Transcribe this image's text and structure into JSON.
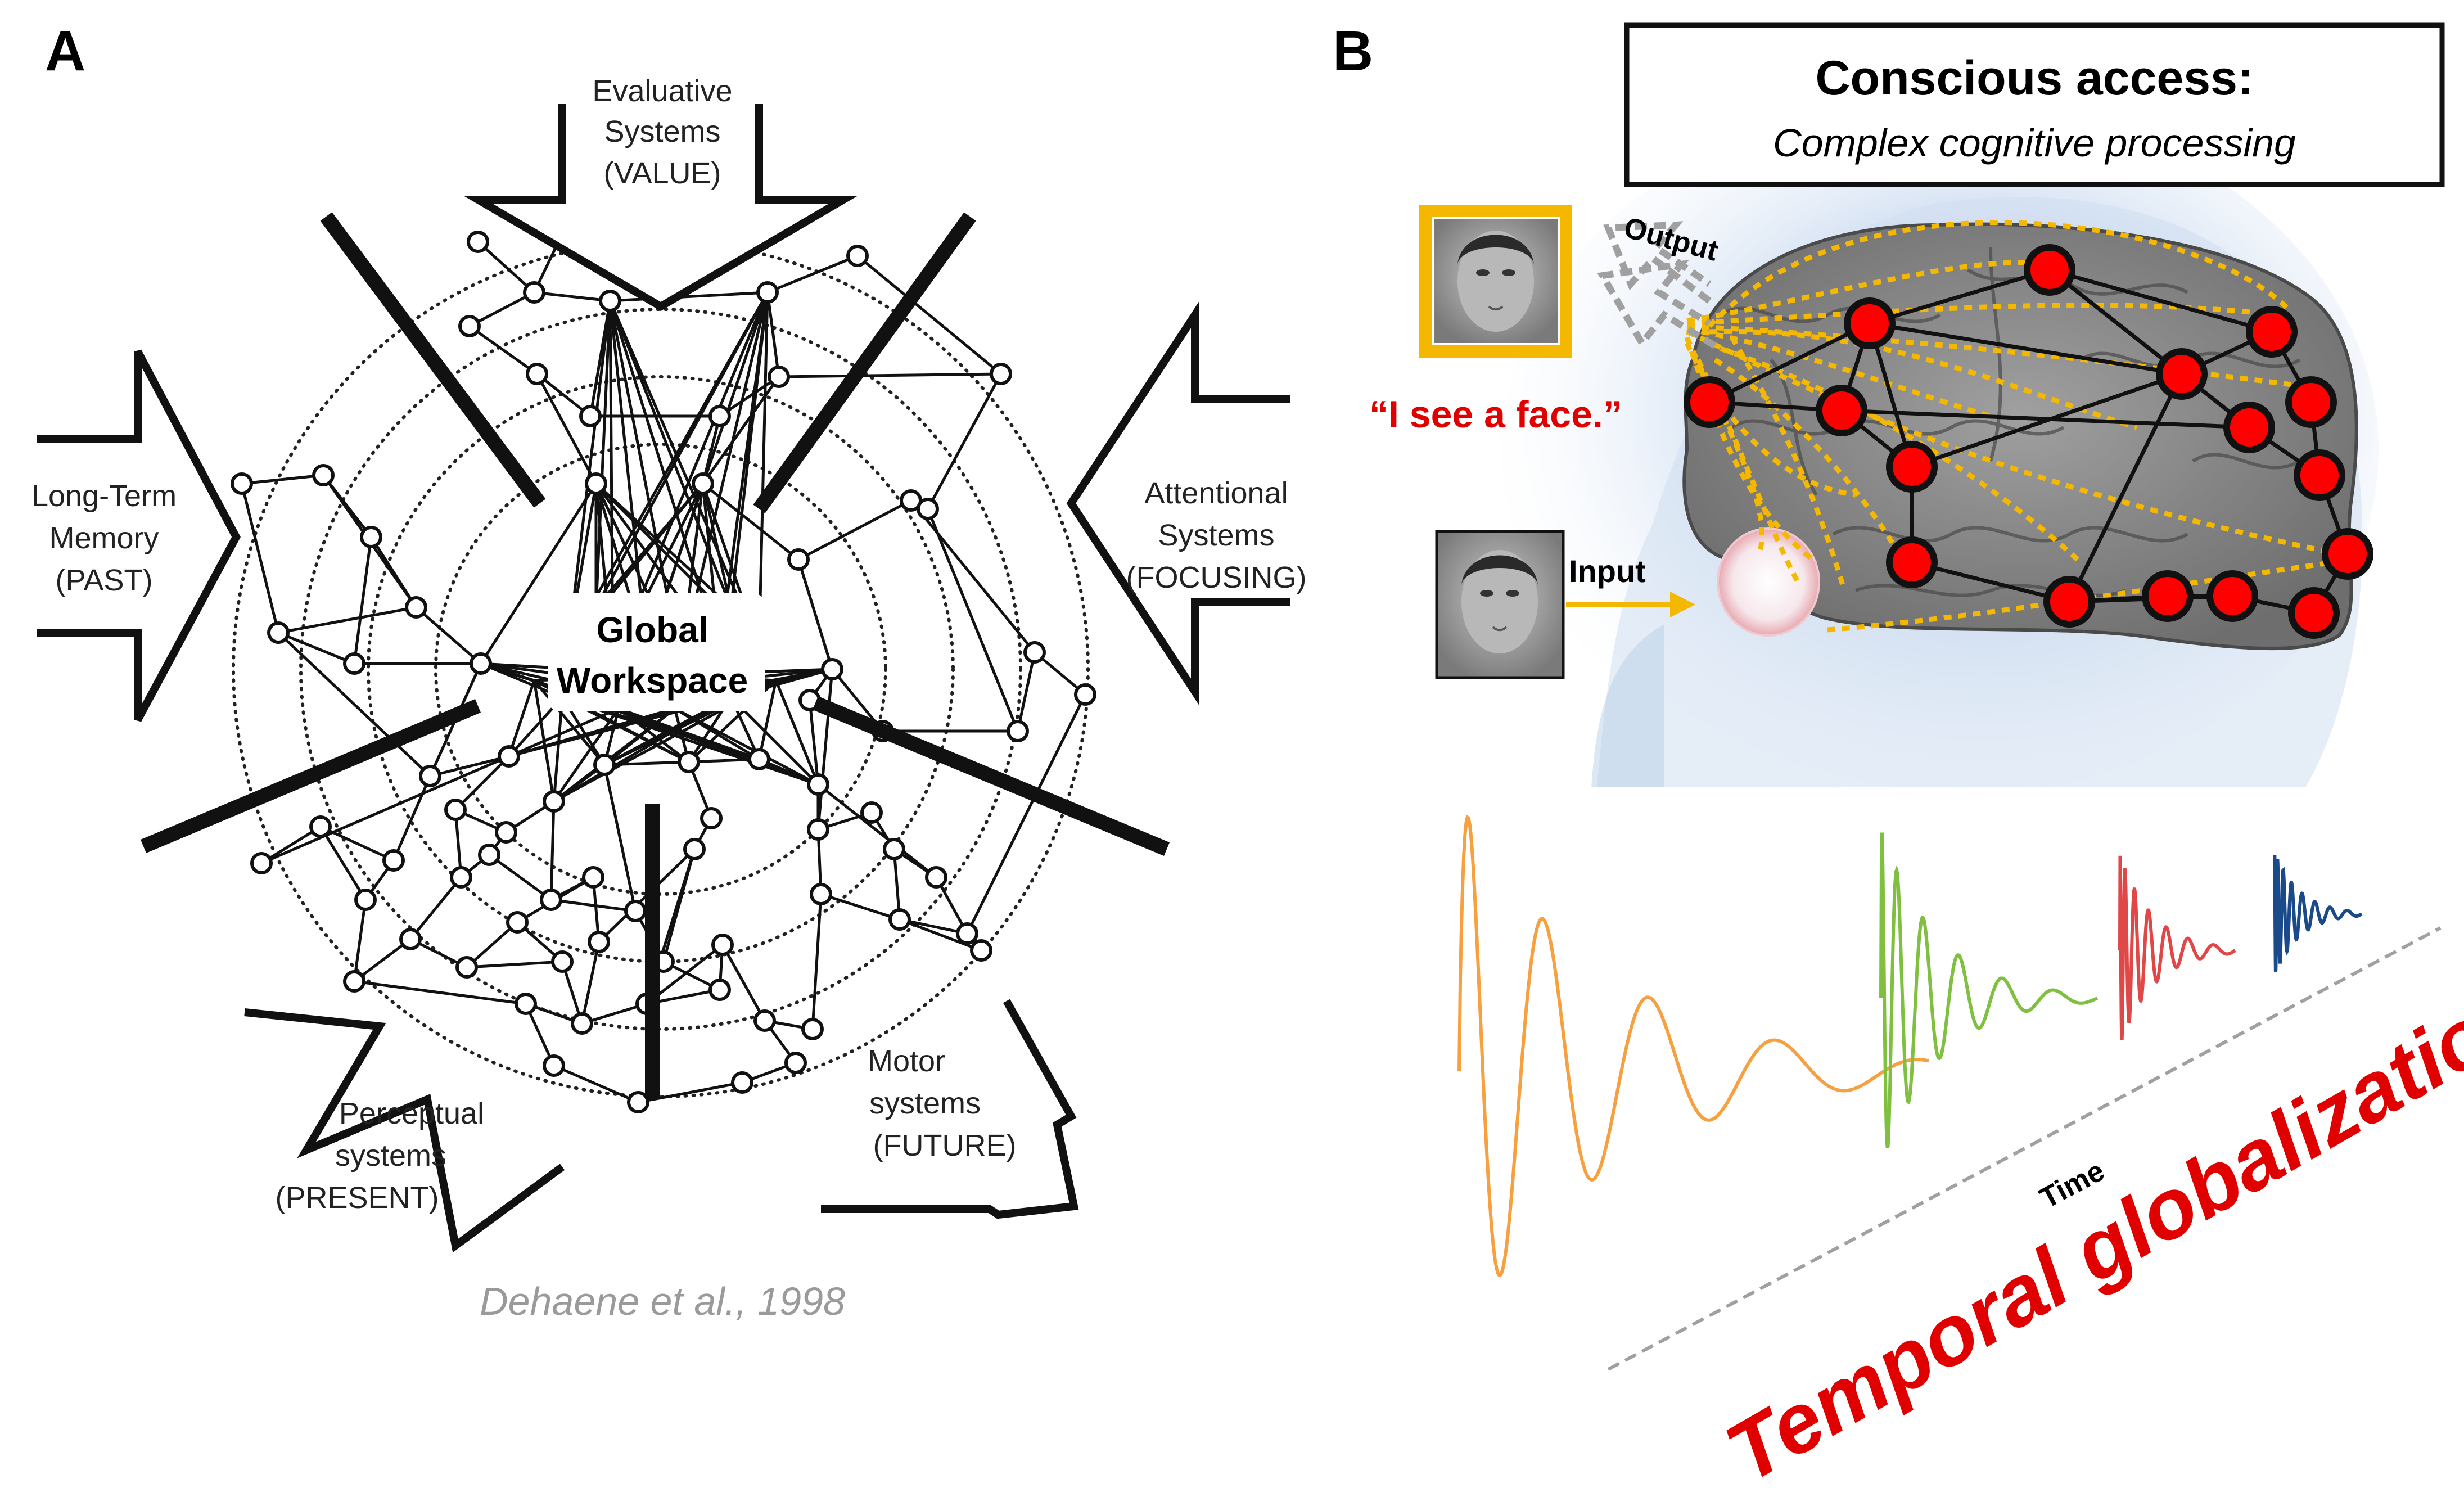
{
  "panel_a": {
    "letter": "A",
    "arrows": {
      "evaluative": [
        "Evaluative",
        "Systems",
        "(VALUE)"
      ],
      "attentional": [
        "Attentional",
        "Systems",
        "(FOCUSING)"
      ],
      "long_term": [
        "Long-Term",
        "Memory",
        "(PAST)"
      ],
      "perceptual": [
        "Perceptual",
        "systems",
        "(PRESENT)"
      ],
      "motor": [
        "Motor",
        "systems",
        "(FUTURE)"
      ]
    },
    "workspace": [
      "Global",
      "Workspace"
    ],
    "citation": "Dehaene et al., 1998"
  },
  "panel_b": {
    "letter": "B",
    "title_box": {
      "title": "Conscious access:",
      "subtitle": "Complex cognitive processing"
    },
    "output_label": "Output",
    "input_label": "Input",
    "quote": "“I see a face.”",
    "time_label": "Time",
    "big_label": "Temporal globalization"
  },
  "colors": {
    "node_red": "#ff0000",
    "gold": "#f5b800",
    "quote_red": "#e00000",
    "wave_orange": "#f7a040",
    "wave_green": "#7fc040",
    "wave_red": "#e04848",
    "wave_blue": "#1a4a8a",
    "citation_gray": "#9a9a9a"
  }
}
